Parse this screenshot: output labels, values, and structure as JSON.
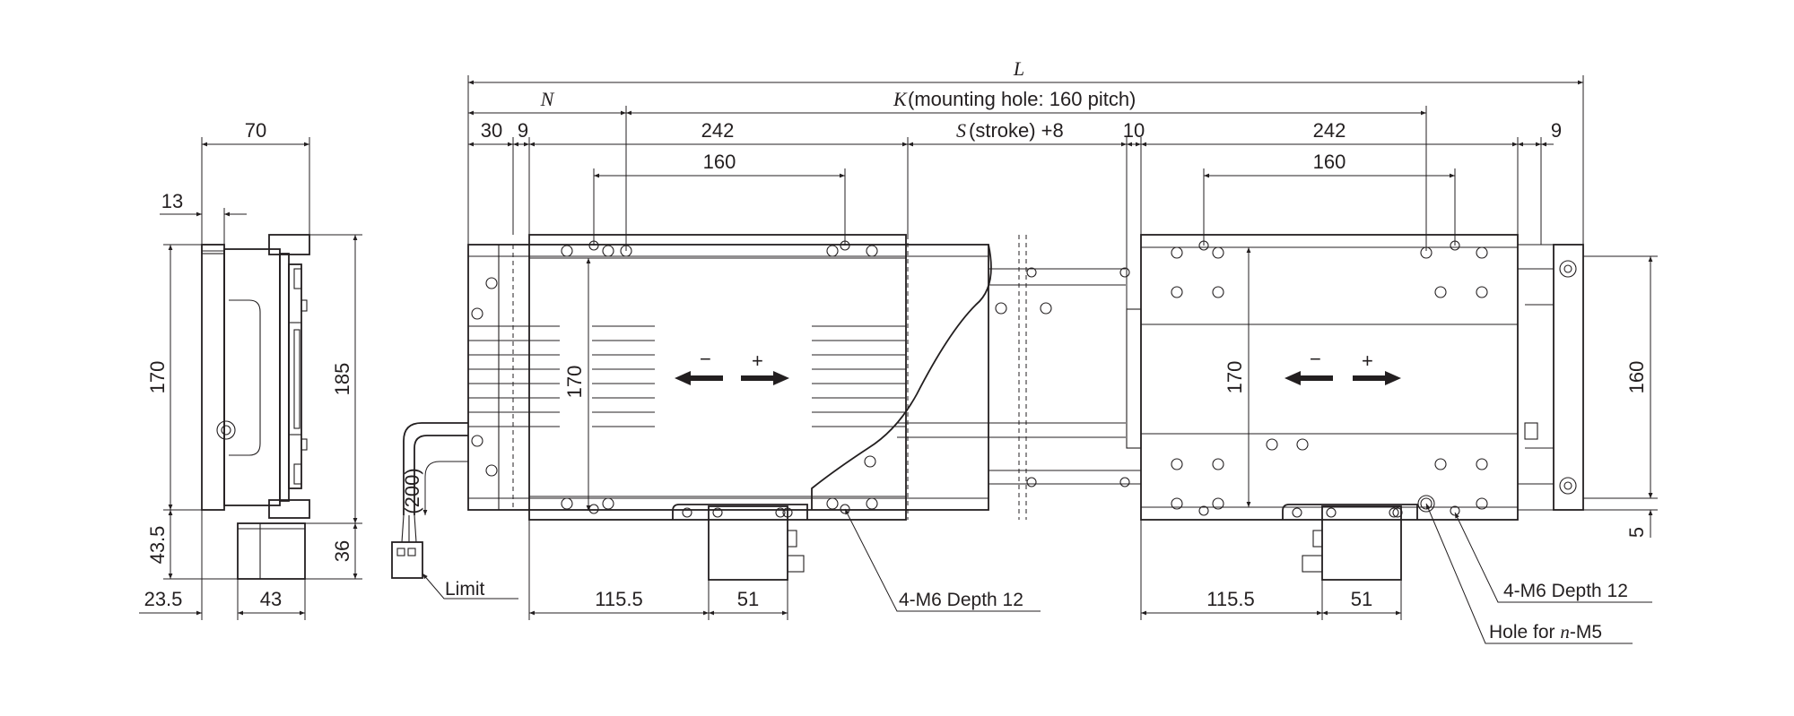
{
  "dimensions": {
    "L": "L",
    "N": "N",
    "K_label": "K",
    "K_suffix": "(mounting hole: 160 pitch)",
    "S_label": "S",
    "S_suffix": "(stroke) +8",
    "d30": "30",
    "d9_left": "9",
    "d242_left": "242",
    "d160_left": "160",
    "d10": "10",
    "d242_right": "242",
    "d9_right": "9",
    "d160_right": "160",
    "d70": "70",
    "d13": "13",
    "d170_side": "170",
    "d185": "185",
    "d43_5": "43.5",
    "d36": "36",
    "d23_5": "23.5",
    "d43": "43",
    "d200": "(200)",
    "d170_left_table": "170",
    "d170_right_table": "170",
    "d160_end": "160",
    "d5": "5",
    "d115_5_left": "115.5",
    "d51_left": "51",
    "d115_5_right": "115.5",
    "d51_right": "51"
  },
  "annotations": {
    "limit": "Limit",
    "m6_left": "4-M6 Depth 12",
    "m6_right": "4-M6 Depth 12",
    "hole_prefix": "Hole for ",
    "hole_n": "n",
    "hole_suffix": "-M5"
  },
  "direction_marks": {
    "minus": "−",
    "plus": "+"
  },
  "colors": {
    "line": "#231f20",
    "background": "#ffffff"
  }
}
